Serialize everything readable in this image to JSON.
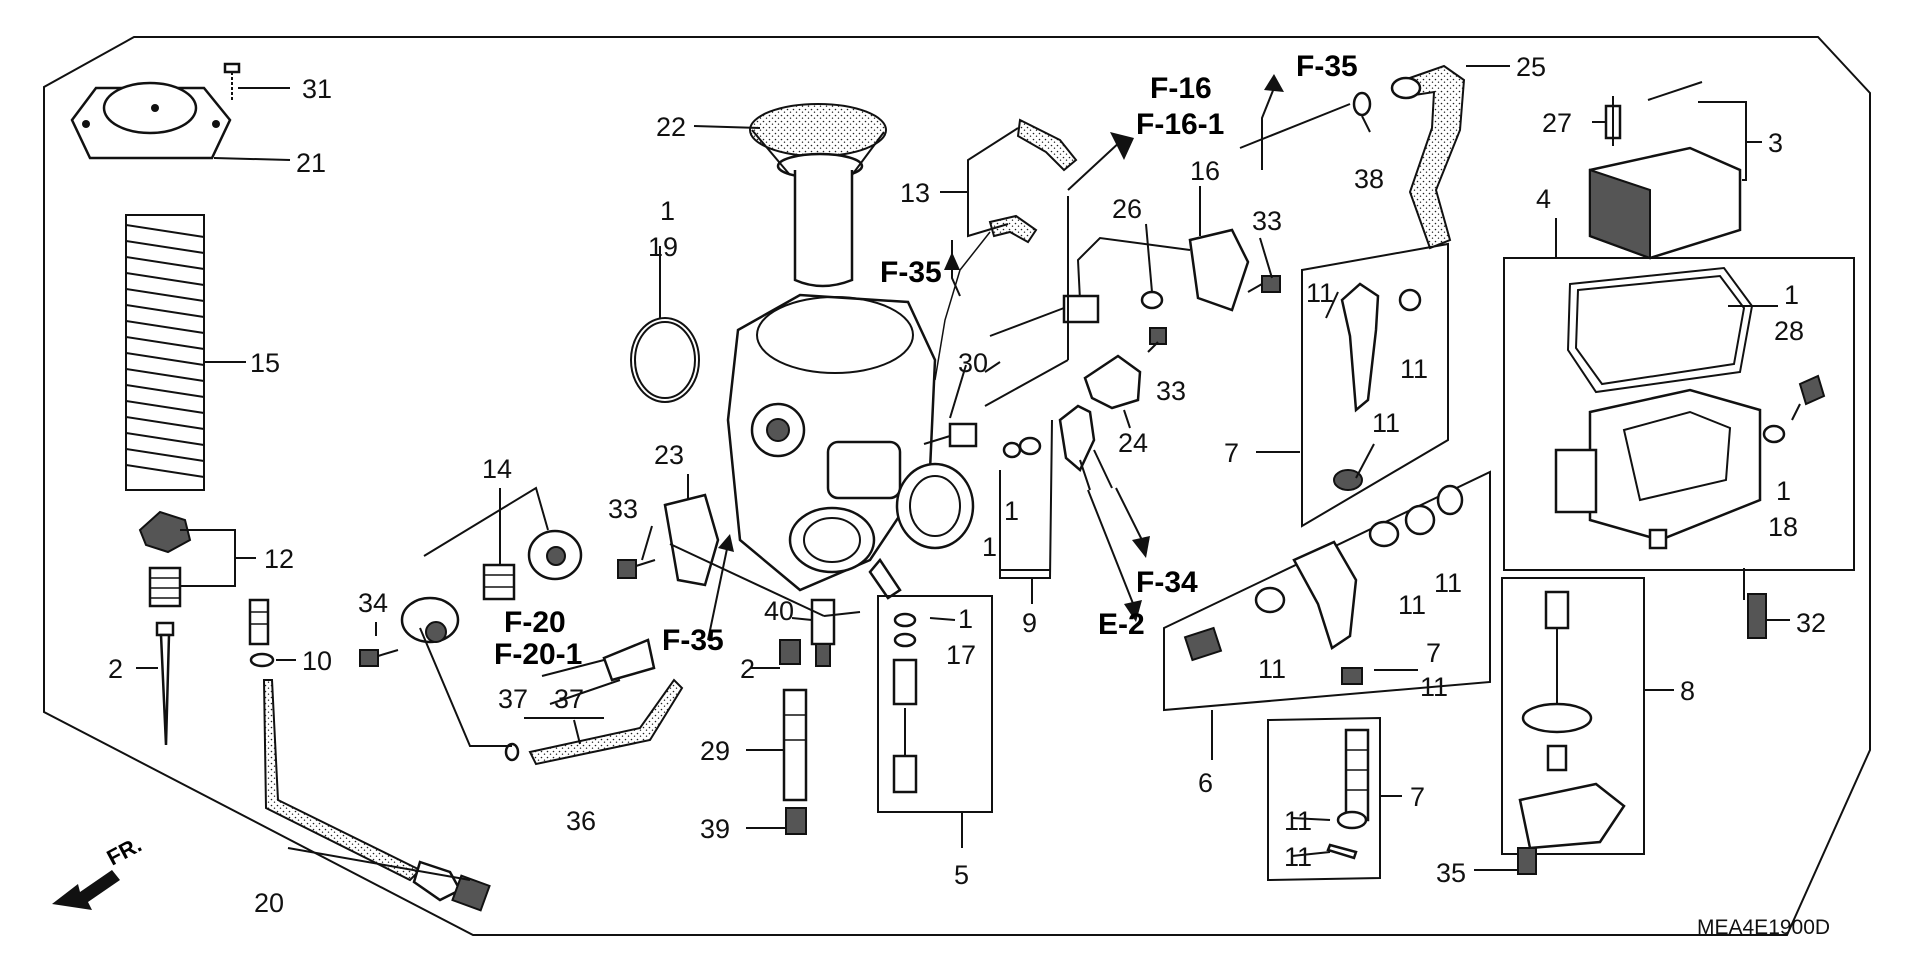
{
  "labels": {
    "n31": "31",
    "n21": "21",
    "n15": "15",
    "n12": "12",
    "n2a": "2",
    "n10": "10",
    "n20": "20",
    "n34": "34",
    "n14": "14",
    "n37a": "37",
    "n37b": "37",
    "n36": "36",
    "n22": "22",
    "n1a": "1",
    "n19": "19",
    "n13": "13",
    "n30": "30",
    "n23": "23",
    "n33a": "33",
    "n40": "40",
    "n2b": "2",
    "n29": "29",
    "n39": "39",
    "n1b": "1",
    "n17": "17",
    "n5": "5",
    "n16": "16",
    "n26": "26",
    "n33b": "33",
    "n33c": "33",
    "n24": "24",
    "n1c": "1",
    "n1d": "1",
    "n9": "9",
    "n38": "38",
    "n25": "25",
    "n27": "27",
    "n3": "3",
    "n4": "4",
    "n1e": "1",
    "n28": "28",
    "n1f": "1",
    "n18": "18",
    "n32": "32",
    "n8": "8",
    "n35": "35",
    "n11a": "11",
    "n11b": "11",
    "n11c": "11",
    "n7a": "7",
    "n11d": "11",
    "n11e": "11",
    "n11f": "11",
    "n7b": "7",
    "n11g": "11",
    "n6": "6",
    "n11h": "11",
    "n11i": "11",
    "n7c": "7"
  },
  "refs": {
    "f35_top": "F-35",
    "f16": "F-16",
    "f161": "F-16-1",
    "f35_mid": "F-35",
    "f20": "F-20",
    "f201": "F-20-1",
    "f35_low": "F-35",
    "f34": "F-34",
    "e2": "E-2"
  },
  "front_label": "FR.",
  "diagram_code": "MEA4E1900D"
}
